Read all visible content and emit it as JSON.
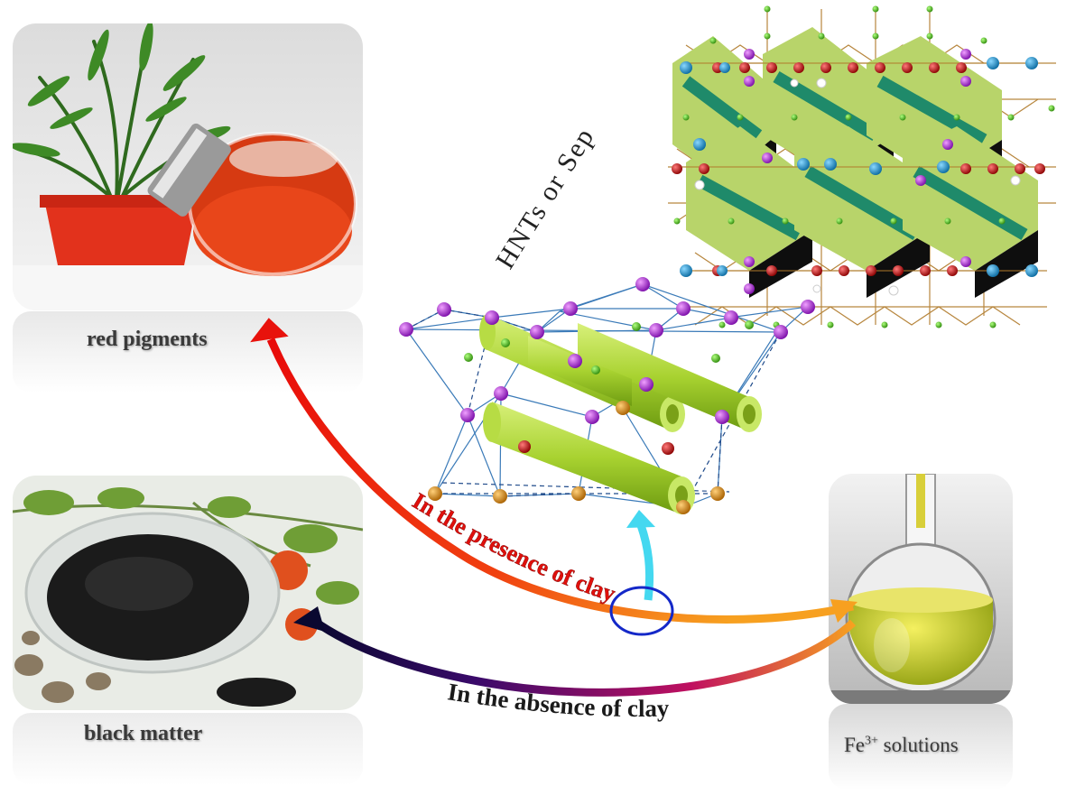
{
  "labels": {
    "red_pigments": "red pigments",
    "black_matter": "black matter",
    "fe_solutions_main": "Fe",
    "fe_solutions_sup": "3+",
    "fe_solutions_rest": " solutions",
    "presence_text": "In the presence of clay",
    "absence_text": "In the absence of clay",
    "hnts_sep": "HNTs or Sep"
  },
  "colors": {
    "red_arrow": "#e8120c",
    "dark_arrow": "#1a0a4a",
    "cyan_arrow": "#44d8f0",
    "tube": "#b7dc44",
    "purple_atom": "#9a1cc9",
    "orange_atom": "#d88a0e",
    "green_atom": "#54c41a",
    "red_atom": "#c01010",
    "blue_atom": "#1a8ec6",
    "highlight_ring": "#1428c8"
  },
  "icons": [
    "plant-pot",
    "pigment-jar",
    "black-powder-bowl",
    "round-flask"
  ]
}
